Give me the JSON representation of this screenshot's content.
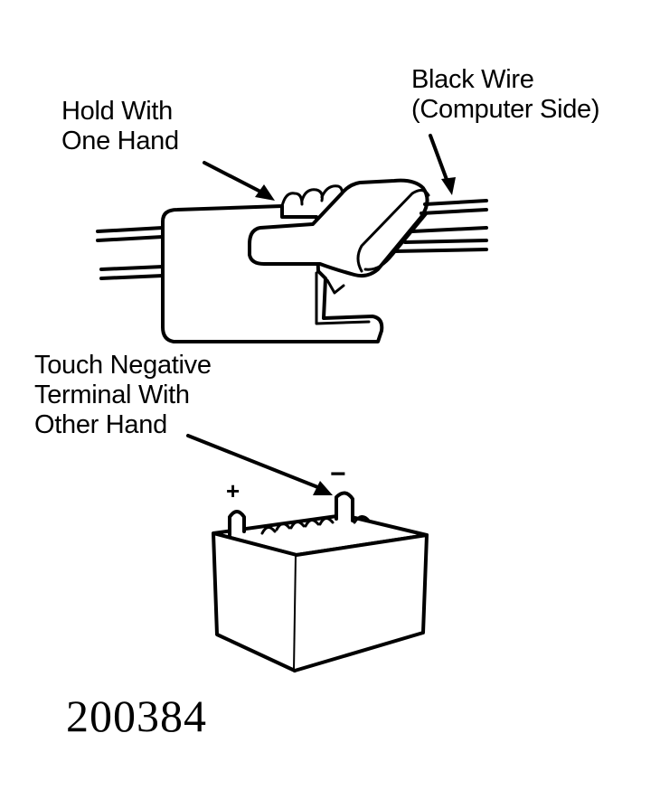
{
  "callouts": {
    "hold": [
      "Hold With",
      "One Hand"
    ],
    "black_wire": [
      "Black Wire",
      "(Computer Side)"
    ],
    "touch": [
      "Touch Negative",
      "Terminal With",
      "Other Hand"
    ]
  },
  "battery": {
    "positive_sign": "+",
    "negative_sign": "−"
  },
  "figure_number": "200384",
  "colors": {
    "ink": "#000000",
    "paper": "#ffffff"
  }
}
